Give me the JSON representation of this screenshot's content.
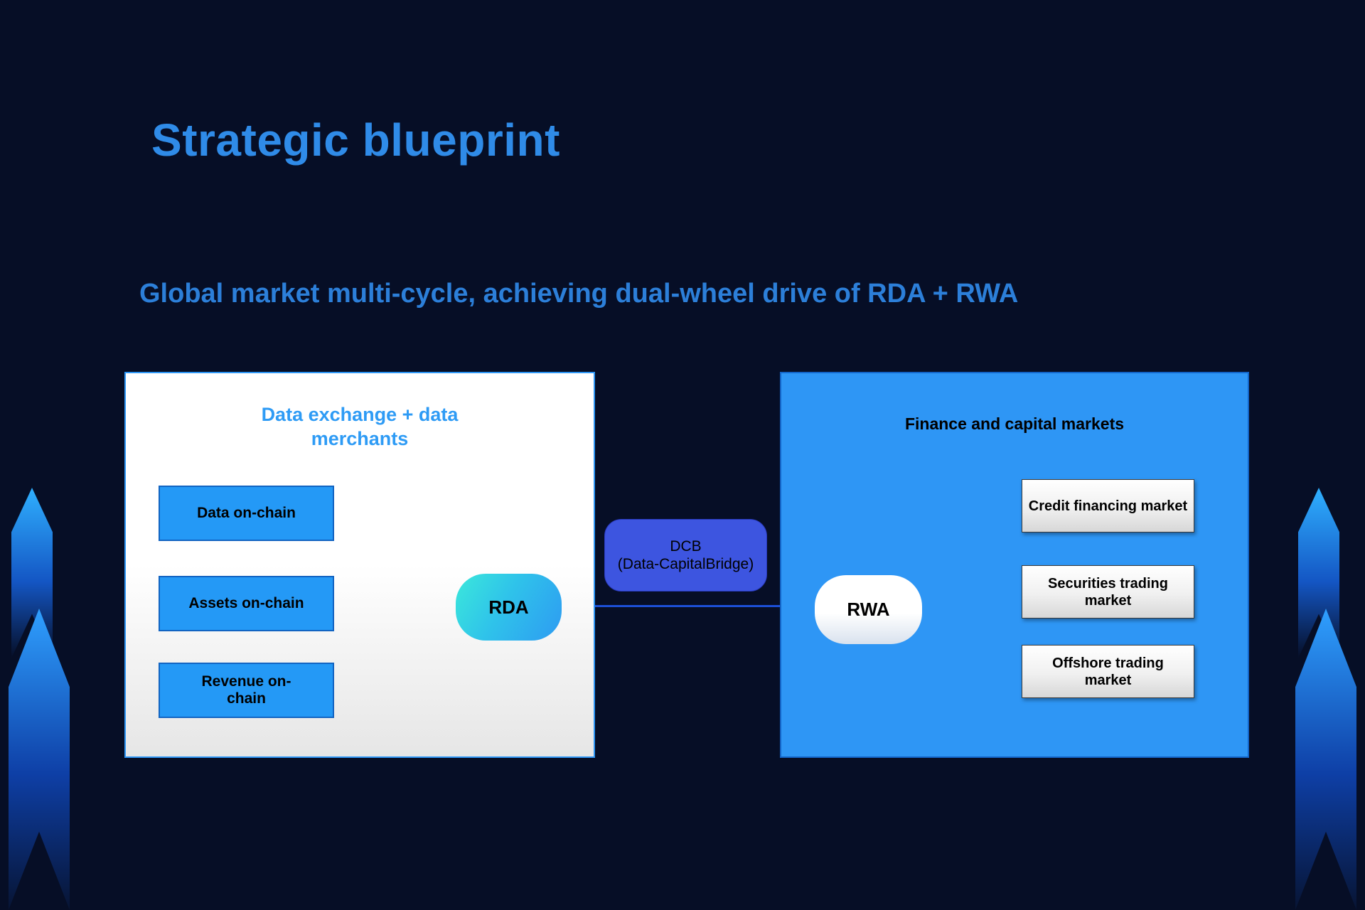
{
  "slide": {
    "title": "Strategic blueprint",
    "subtitle": "Global market multi-cycle, achieving dual-wheel drive of RDA + RWA"
  },
  "diagram": {
    "left_panel": {
      "title": "Data exchange + data merchants",
      "items": [
        "Data on-chain",
        "Assets on-chain",
        "Revenue on-chain"
      ],
      "node_label": "RDA"
    },
    "bridge": {
      "name": "DCB",
      "detail": "(Data-CapitalBridge)"
    },
    "right_panel": {
      "title": "Finance and capital markets",
      "node_label": "RWA",
      "items": [
        "Credit financing market",
        "Securities trading market",
        "Offshore trading market"
      ]
    }
  },
  "colors": {
    "background": "#060e26",
    "title_blue": "#2f8be8",
    "subtitle_blue": "#2c7fd9",
    "accent_blue": "#2e96f5",
    "bridge_blue": "#3d55e0",
    "node_cyan": "#3be8db",
    "panel_white": "#ffffff"
  }
}
